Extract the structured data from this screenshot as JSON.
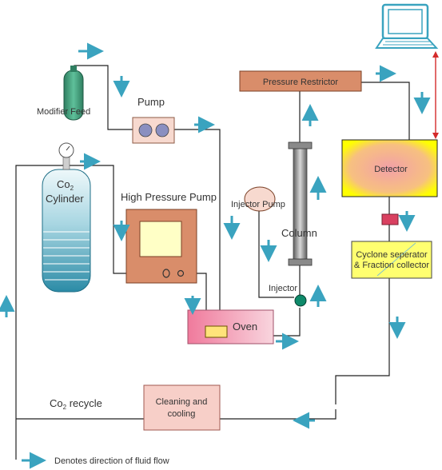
{
  "labels": {
    "modifier_feed": "Modifier Feed",
    "pump": "Pump",
    "co2_cylinder_line1": "Co",
    "co2_cylinder_sub": "2",
    "co2_cylinder_line2": "Cylinder",
    "high_pressure_pump": "High Pressure Pump",
    "injector_pump": "Injector Pump",
    "column": "Column",
    "injector": "Injector",
    "oven": "Oven",
    "pressure_restrictor": "Pressure Restrictor",
    "detector": "Detector",
    "cyclone_line1": "Cyclone seperator",
    "cyclone_line2": "& Fraction collector",
    "cleaning_line1": "Cleaning and",
    "cleaning_line2": "cooling",
    "co2_recycle_prefix": "Co",
    "co2_recycle_sub": "2",
    "co2_recycle_suffix": " recycle"
  },
  "legend": {
    "text": "Denotes direction of fluid flow"
  },
  "colors": {
    "arrow": "#3aa3bf",
    "line": "#222222",
    "link": "#d42a2a",
    "modifier": "#3f9e79",
    "pump_box": "#f7d9cf",
    "pump_port": "#8a8fc0",
    "cylinder_top": "#e4f3f6",
    "cylinder_bottom": "#2b8ba6",
    "hp_pump": "#d98d6a",
    "hp_screen": "#ffffc6",
    "oven": "#ef9ab2",
    "injector_valve": "#0e8a6a",
    "column": "#8a8a8a",
    "restrictor": "#d98d6a",
    "detector_outer": "#ffff00",
    "detector_inner": "#f2a0a8",
    "cyclone": "#ffff70",
    "connector": "#d94060",
    "cleaning": "#f7cfc8",
    "monitor": "#3aa3bf"
  }
}
